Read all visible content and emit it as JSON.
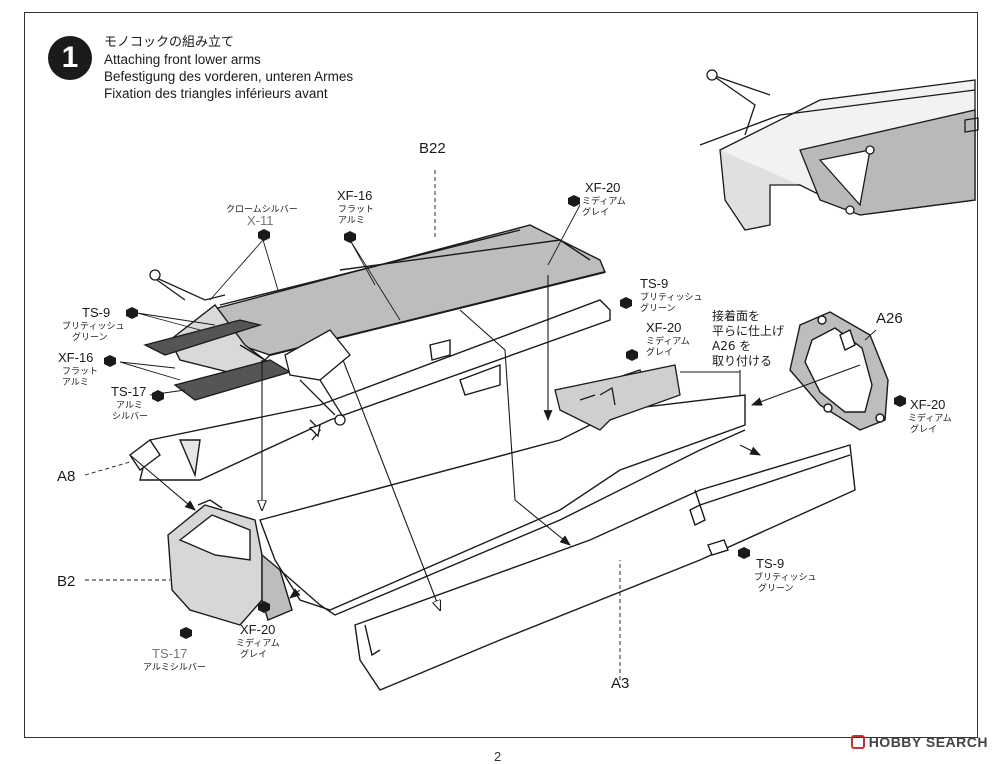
{
  "step": {
    "number": "1",
    "title_jp": "モノコックの組み立て",
    "title_en": "Attaching front lower arms",
    "title_de": "Befestigung des vorderen, unteren Armes",
    "title_fr": "Fixation des triangles inférieurs avant"
  },
  "parts": {
    "b22": "B22",
    "a26": "A26",
    "a8": "A8",
    "b2": "B2",
    "a3": "A3"
  },
  "paints": {
    "x11_jp": "クロームシルバー",
    "x11": "X-11",
    "xf16_top": "XF-16",
    "xf16_top_jp1": "フラット",
    "xf16_top_jp2": "アルミ",
    "xf20_top": "XF-20",
    "xf20_top_jp1": "ミディアム",
    "xf20_top_jp2": "グレイ",
    "ts9_right": "TS-9",
    "ts9_right_jp1": "ブリティッシュ",
    "ts9_right_jp2": "グリーン",
    "xf20_mid": "XF-20",
    "xf20_mid_jp1": "ミディアム",
    "xf20_mid_jp2": "グレイ",
    "ts9_left": "TS-9",
    "ts9_left_jp1": "ブリティッシュ",
    "ts9_left_jp2": "グリーン",
    "xf16_left": "XF-16",
    "xf16_left_jp1": "フラット",
    "xf16_left_jp2": "アルミ",
    "ts17_left": "TS-17",
    "ts17_left_jp1": "アルミ",
    "ts17_left_jp2": "シルバー",
    "xf20_a26": "XF-20",
    "xf20_a26_jp1": "ミディアム",
    "xf20_a26_jp2": "グレイ",
    "ts9_bottom": "TS-9",
    "ts9_bottom_jp1": "ブリティッシュ",
    "ts9_bottom_jp2": "グリーン",
    "xf20_bottom": "XF-20",
    "xf20_bottom_jp1": "ミディアム",
    "xf20_bottom_jp2": "グレイ",
    "ts17_bottom": "TS-17",
    "ts17_bottom_jp": "アルミシルバー"
  },
  "note_jp": {
    "line1": "接着面を",
    "line2": "平らに仕上げ",
    "line3": "A26 を",
    "line4": "取り付ける"
  },
  "page_number": "2",
  "watermark": "HOBBY SEARCH",
  "colors": {
    "line": "#1a1a1a",
    "gray_panel": "#bdbdbd",
    "light_panel": "#e6e6e6",
    "watermark_red": "#c0342c"
  }
}
